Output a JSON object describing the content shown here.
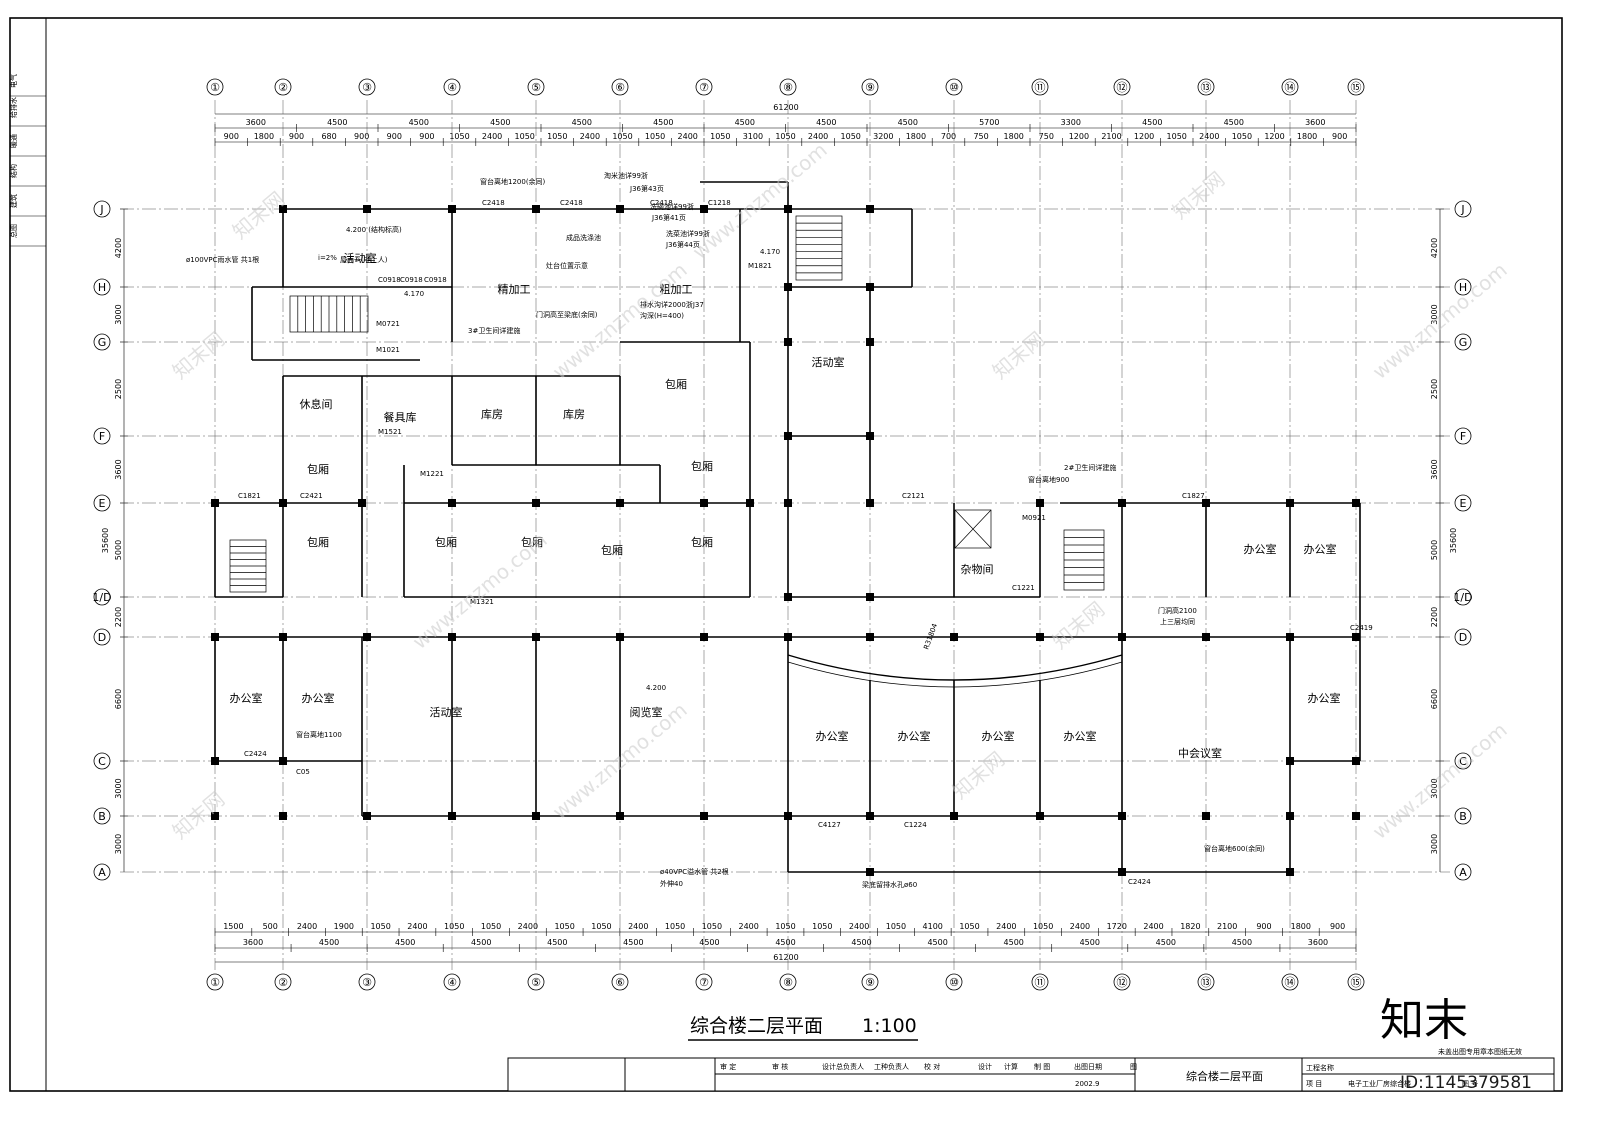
{
  "drawing": {
    "title": "综合楼二层平面",
    "scale": "1:100",
    "total_width": "61200",
    "total_depth": "35600",
    "floor_levels": [
      "4.200",
      "4.170"
    ]
  },
  "axes": {
    "columns": [
      "①",
      "②",
      "③",
      "④",
      "⑤",
      "⑥",
      "⑦",
      "⑧",
      "⑨",
      "⑩",
      "⑪",
      "⑫",
      "⑬",
      "⑭",
      "⑮"
    ],
    "rows": [
      "J",
      "H",
      "G",
      "F",
      "E",
      "1/D",
      "D",
      "C",
      "B",
      "A"
    ]
  },
  "top_dims": {
    "span_row": [
      "3600",
      "4500",
      "4500",
      "4500",
      "4500",
      "4500",
      "4500",
      "4500",
      "4500",
      "5700",
      "3300",
      "4500",
      "4500",
      "3600"
    ],
    "detail_row": [
      "900",
      "1800",
      "900",
      "680",
      "900",
      "900",
      "900",
      "1050",
      "2400",
      "1050",
      "1050",
      "2400",
      "1050",
      "1050",
      "2400",
      "1050",
      "3100",
      "1050",
      "2400",
      "1050",
      "3200",
      "1800",
      "700",
      "750",
      "1800",
      "750",
      "1200",
      "2100",
      "1200",
      "1050",
      "2400",
      "1050",
      "1200",
      "1800",
      "900"
    ]
  },
  "bottom_dims": {
    "span_row": [
      "3600",
      "4500",
      "4500",
      "4500",
      "4500",
      "4500",
      "4500",
      "4500",
      "4500",
      "4500",
      "4500",
      "4500",
      "4500",
      "4500",
      "3600"
    ],
    "detail_row": [
      "1500",
      "500",
      "2400",
      "1900",
      "1050",
      "2400",
      "1050",
      "1050",
      "2400",
      "1050",
      "1050",
      "2400",
      "1050",
      "1050",
      "2400",
      "1050",
      "1050",
      "2400",
      "1050",
      "4100",
      "1050",
      "2400",
      "1050",
      "2400",
      "1720",
      "2400",
      "1820",
      "2100",
      "900",
      "1800",
      "900"
    ]
  },
  "left_dims": [
    "4200",
    "3000",
    "2500",
    "3600",
    "5000",
    "2200",
    "6600",
    "3000",
    "3000"
  ],
  "rooms": [
    {
      "name": "活动室"
    },
    {
      "name": "休息间"
    },
    {
      "name": "餐具库"
    },
    {
      "name": "库房"
    },
    {
      "name": "库房"
    },
    {
      "name": "包厢"
    },
    {
      "name": "包厢"
    },
    {
      "name": "包厢"
    },
    {
      "name": "包厢"
    },
    {
      "name": "包厢"
    },
    {
      "name": "包厢"
    },
    {
      "name": "包厢"
    },
    {
      "name": "包厢"
    },
    {
      "name": "精加工"
    },
    {
      "name": "粗加工"
    },
    {
      "name": "活动室"
    },
    {
      "name": "杂物间"
    },
    {
      "name": "办公室"
    },
    {
      "name": "办公室"
    },
    {
      "name": "活动室"
    },
    {
      "name": "阅览室"
    },
    {
      "name": "办公室"
    },
    {
      "name": "办公室"
    },
    {
      "name": "办公室"
    },
    {
      "name": "办公室"
    },
    {
      "name": "中会议室"
    },
    {
      "name": "办公室"
    },
    {
      "name": "办公室"
    },
    {
      "name": "办公室"
    }
  ],
  "annotations": [
    "窗台离地1200(余同)",
    "淘米池详99浙",
    "J36第43页",
    "洗碗池详99浙",
    "J36第41页",
    "洗菜池详99浙",
    "J36第44页",
    "成品洗涤池",
    "灶台位置示意",
    "排水沟详2000浙J37",
    "沟深(H=400)",
    "门洞高至梁底(余同)",
    "4.200 (结构标高)",
    "屋面一(非上人)",
    "i=2%",
    "ø100VPC雨水管 共1根",
    "3#卫生间详建施",
    "2#卫生间详建施",
    "窗台离地900",
    "窗台离地1100",
    "窗台离地600(余同)",
    "门洞高2100",
    "上三层均同",
    "ø40VPC溢水管 共2根",
    "外伸40",
    "梁底留排水孔ø60",
    "R31804"
  ],
  "openings": [
    "C2418",
    "C2418",
    "C2418",
    "C1218",
    "M1821",
    "C0918",
    "C0918",
    "C0918",
    "M0721",
    "M1021",
    "M1521",
    "M1221",
    "M1321",
    "C1821",
    "C2421",
    "C2121",
    "C1827",
    "M0921",
    "C1221",
    "C2419",
    "C05",
    "C2424",
    "C4127",
    "C1224",
    "C2424"
  ],
  "title_block": {
    "headers": [
      "审 定",
      "审 核",
      "设计总负责人",
      "工种负责人",
      "校 对",
      "设计",
      "计算",
      "制 图",
      "出图日期",
      "图"
    ],
    "date": "2002.9",
    "drawing_name": "综合楼二层平面",
    "project_label": "工程名称",
    "item_label": "项 目",
    "project_name": "电子工业厂房综合楼",
    "drawing_no_label": "图 号",
    "notice": "未盖出图专用章本图纸无效",
    "side_labels": [
      "电气",
      "给排水",
      "暖通",
      "结构",
      "建筑",
      "总图"
    ]
  },
  "watermark": {
    "site": "www.znzmo.com",
    "brand": "知末网",
    "logo": "知末",
    "id": "ID:1145379581"
  }
}
